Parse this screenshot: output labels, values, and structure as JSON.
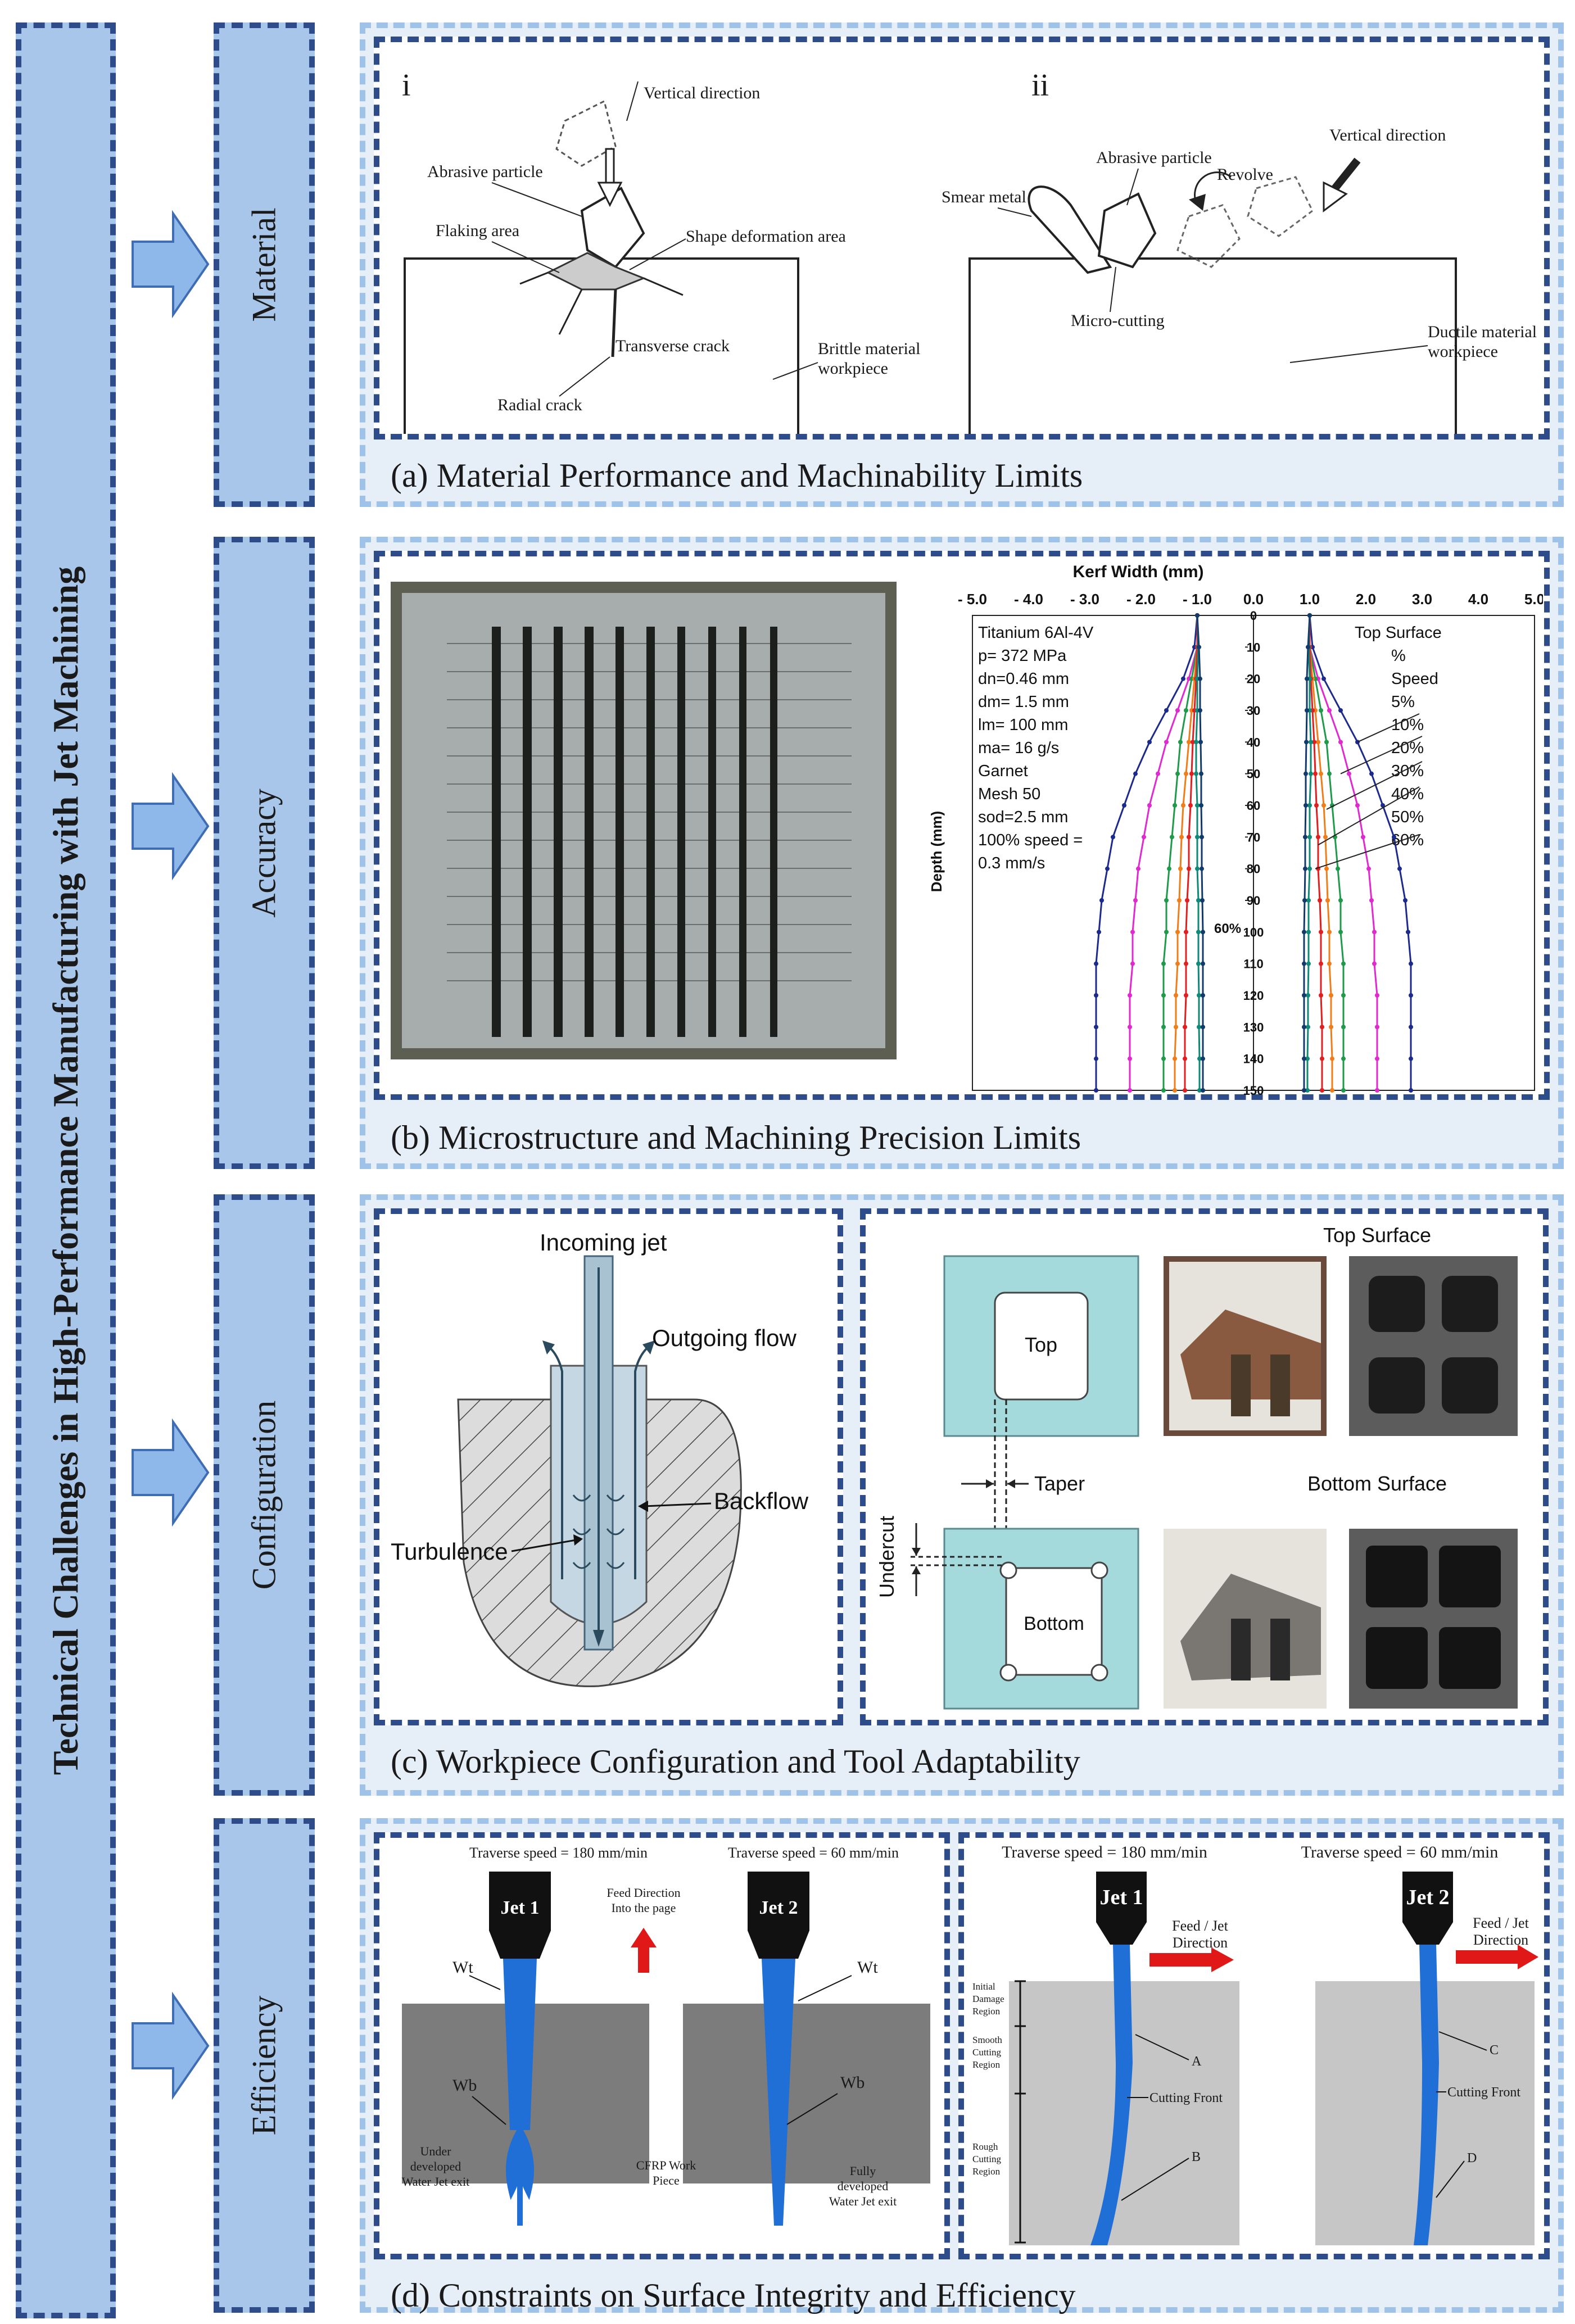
{
  "main_title": "Technical Challenges in High-Performance Manufacturing with Jet Machining",
  "categories": [
    "Material",
    "Accuracy",
    "Configuration",
    "Efficiency"
  ],
  "captions": {
    "a": "(a)  Material Performance and Machinability Limits",
    "b": "(b) Microstructure and Machining Precision Limits",
    "c": "(c) Workpiece Configuration and Tool Adaptability",
    "d": "(d) Constraints on Surface Integrity and Efficiency"
  },
  "panel_a": {
    "left": {
      "roman": "i",
      "labels": [
        "Vertical direction",
        "Abrasive particle",
        "Flaking area",
        "Shape deformation area",
        "Transverse crack",
        "Brittle material",
        "workpiece",
        "Radial crack"
      ]
    },
    "right": {
      "roman": "ii",
      "labels": [
        "Abrasive particle",
        "Vertical direction",
        "Smear metal",
        "Revolve",
        "Micro-cutting",
        "Ductile material",
        "workpiece"
      ]
    }
  },
  "panel_b": {
    "chart_title": "Kerf Width  (mm)",
    "ylabel": "Depth (mm)",
    "legend_header": [
      "Top Surface",
      "%",
      "Speed"
    ],
    "params": [
      "Titanium 6Al-4V",
      "p= 372 MPa",
      "dn=0.46 mm",
      "dm= 1.5 mm",
      "lm= 100 mm",
      "ma= 16 g/s",
      "Garnet",
      "Mesh 50",
      "sod=2.5 mm",
      "100% speed =",
      "0.3 mm/s"
    ],
    "annotation": "60%",
    "chart_data": {
      "type": "line",
      "title": "Kerf Width  (mm)",
      "xlabel": "",
      "ylabel": "Depth (mm)",
      "x_ticks": [
        "- 5.0",
        "- 4.0",
        "- 3.0",
        "- 2.0",
        "- 1.0",
        "0.0",
        "1.0",
        "2.0",
        "3.0",
        "4.0",
        "5.0"
      ],
      "y_ticks": [
        "0",
        "10",
        "20",
        "30",
        "40",
        "50",
        "60",
        "70",
        "80",
        "90",
        "100",
        "110",
        "120",
        "130",
        "140",
        "150"
      ],
      "xlim": [
        -5,
        5
      ],
      "ylim": [
        150,
        0
      ],
      "depth": [
        0,
        10,
        20,
        30,
        40,
        50,
        60,
        70,
        80,
        90,
        100,
        110,
        120,
        130,
        140,
        150
      ],
      "series": [
        {
          "name": "5%",
          "color": "#1b2a8c",
          "half_width": [
            1.0,
            1.05,
            1.25,
            1.55,
            1.85,
            2.1,
            2.3,
            2.5,
            2.6,
            2.7,
            2.75,
            2.8,
            2.8,
            2.8,
            2.8,
            2.8
          ]
        },
        {
          "name": "10%",
          "color": "#e02ad0",
          "half_width": [
            1.0,
            1.0,
            1.15,
            1.35,
            1.55,
            1.7,
            1.85,
            1.95,
            2.05,
            2.1,
            2.15,
            2.15,
            2.2,
            2.2,
            2.2,
            2.2
          ]
        },
        {
          "name": "20%",
          "color": "#1e9a4a",
          "half_width": [
            1.0,
            1.0,
            1.1,
            1.2,
            1.3,
            1.35,
            1.4,
            1.45,
            1.5,
            1.55,
            1.55,
            1.6,
            1.6,
            1.6,
            1.6,
            1.6
          ]
        },
        {
          "name": "30%",
          "color": "#ef7d1a",
          "half_width": [
            1.0,
            1.0,
            1.05,
            1.1,
            1.15,
            1.2,
            1.25,
            1.28,
            1.3,
            1.32,
            1.35,
            1.35,
            1.38,
            1.38,
            1.4,
            1.4
          ]
        },
        {
          "name": "40%",
          "color": "#e02020",
          "half_width": [
            1.0,
            1.0,
            1.02,
            1.05,
            1.08,
            1.1,
            1.12,
            1.15,
            1.15,
            1.18,
            1.2,
            1.2,
            1.2,
            1.22,
            1.22,
            1.22
          ]
        },
        {
          "name": "50%",
          "color": "#0e8a76",
          "half_width": [
            1.0,
            0.98,
            1.0,
            1.0,
            1.02,
            1.02,
            1.0,
            1.0,
            1.0,
            0.98,
            0.98,
            0.98,
            0.97,
            0.97,
            0.96,
            0.96
          ]
        },
        {
          "name": "60%",
          "color": "#123b6b",
          "half_width": [
            1.0,
            0.97,
            0.95,
            0.95,
            0.94,
            0.93,
            0.93,
            0.92,
            0.92,
            0.91,
            0.9,
            0.9,
            0.9,
            0.9,
            0.9,
            0.9
          ]
        }
      ],
      "grid": false,
      "legend": "top-right"
    }
  },
  "panel_c": {
    "left_labels": [
      "Incoming jet",
      "Outgoing flow",
      "Backflow",
      "Turbulence"
    ],
    "right_labels": [
      "Top Surface",
      "Top",
      "Taper",
      "Bottom Surface",
      "Undercut",
      "Bottom"
    ]
  },
  "panel_d": {
    "left": {
      "speed1": "Traverse speed = 180 mm/min",
      "speed2": "Traverse speed = 60 mm/min",
      "jet1": "Jet 1",
      "jet2": "Jet 2",
      "feed": [
        "Feed Direction",
        "Into the page"
      ],
      "wt": "Wt",
      "wb": "Wb",
      "under": [
        "Under",
        "developed",
        "Water Jet exit"
      ],
      "cfrp": [
        "CFRP Work",
        "Piece"
      ],
      "fully": [
        "Fully",
        "developed",
        "Water Jet exit"
      ]
    },
    "right": {
      "speed1": "Traverse speed = 180 mm/min",
      "speed2": "Traverse speed = 60 mm/min",
      "jet1": "Jet 1",
      "jet2": "Jet 2",
      "feed": [
        "Feed / Jet",
        "Direction"
      ],
      "regions": [
        [
          "Initial",
          "Damage",
          "Region"
        ],
        [
          "Smooth",
          "Cutting",
          "Region"
        ],
        [
          "Rough",
          "Cutting",
          "Region"
        ]
      ],
      "points": [
        "A",
        "B",
        "C",
        "D"
      ],
      "cutting_front": "Cutting Front"
    }
  },
  "colors": {
    "dark_border": "#2e4c8a",
    "light_border": "#9fc3e8",
    "bar_fill": "#a7c6ea",
    "panel_fill": "#e6eef8",
    "arrow_fill": "#8fb8ea",
    "jet_blue": "#1f6fd6",
    "feed_red": "#e01818",
    "cfrp_gray": "#7c7c7c",
    "cyan_part": "#a5dadd"
  }
}
